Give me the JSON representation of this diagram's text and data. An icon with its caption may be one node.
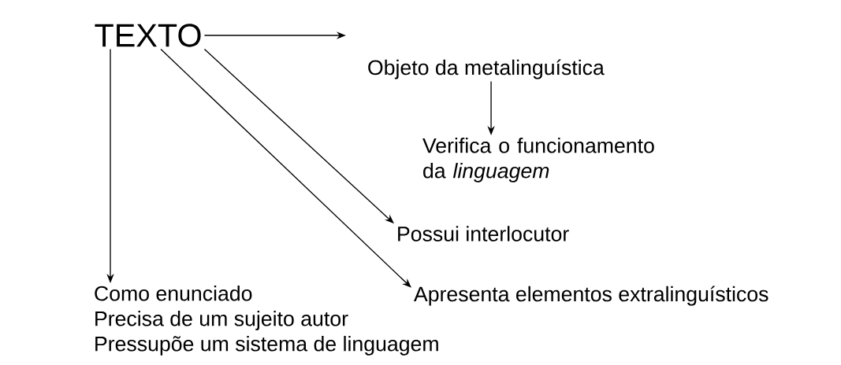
{
  "diagram": {
    "nodes": [
      {
        "text": [
          "TEXTO"
        ]
      },
      {
        "text": [
          "Objeto da metalinguística"
        ]
      },
      {
        "text": [
          "Verifica o funcionamento da *linguagem*"
        ]
      },
      {
        "text": [
          "Possui interlocutor"
        ]
      },
      {
        "text": [
          "Apresenta elementos extralinguísticos"
        ]
      },
      {
        "text": [
          "Como enunciado",
          "Precisa de um sujeito autor",
          "Pressupõe um sistema de linguagem"
        ]
      }
    ],
    "edges": [
      {
        "from": 0,
        "to": 1,
        "arrow": "to"
      },
      {
        "from": 1,
        "to": 2,
        "arrow": "to"
      },
      {
        "from": 0,
        "to": 3,
        "arrow": "to"
      },
      {
        "from": 0,
        "to": 4,
        "arrow": "to"
      },
      {
        "from": 0,
        "to": 5,
        "arrow": "to"
      }
    ]
  }
}
